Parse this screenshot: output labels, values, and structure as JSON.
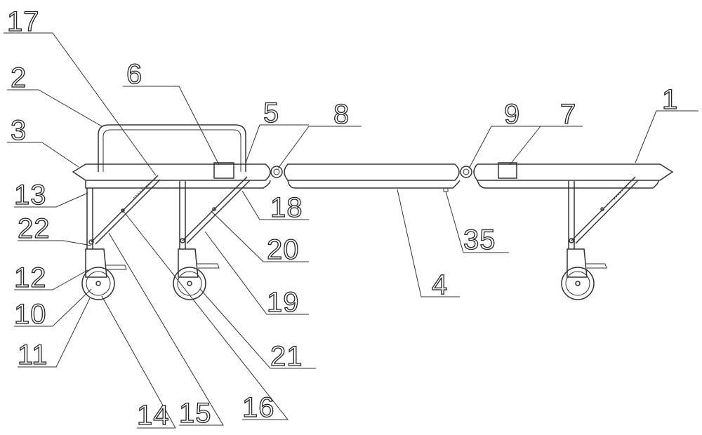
{
  "figure": {
    "labels": {
      "l1": "1",
      "l2": "2",
      "l3": "3",
      "l4": "4",
      "l5": "5",
      "l6": "6",
      "l7": "7",
      "l8": "8",
      "l9": "9",
      "l10": "10",
      "l11": "11",
      "l12": "12",
      "l13": "13",
      "l14": "14",
      "l15": "15",
      "l16": "16",
      "l17": "17",
      "l18": "18",
      "l19": "19",
      "l20": "20",
      "l21": "21",
      "l22": "22",
      "l35": "35"
    },
    "colors": {
      "line": "#333333",
      "background": "#ffffff"
    }
  }
}
